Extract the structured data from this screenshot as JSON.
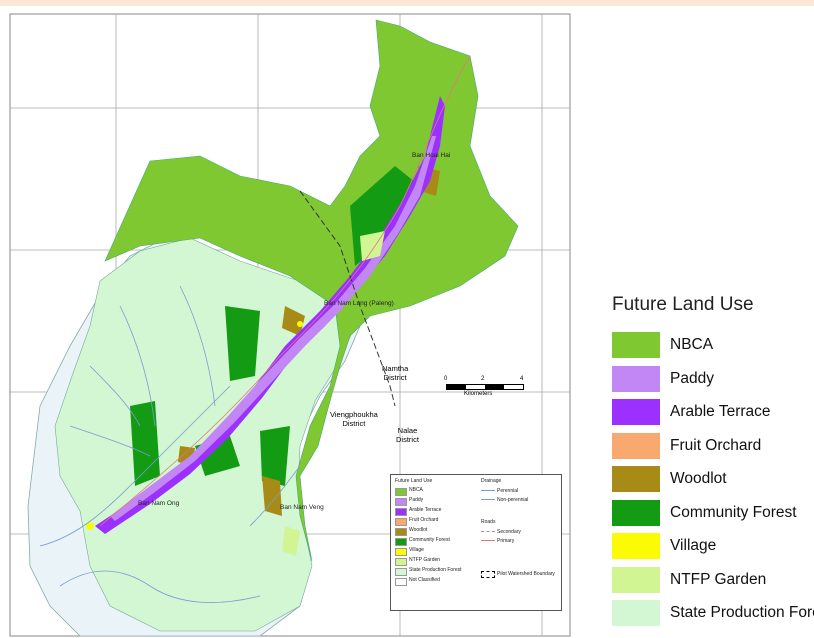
{
  "legend_main": {
    "title": "Future Land Use",
    "items": [
      {
        "label": "NBCA",
        "color": "#7fc832"
      },
      {
        "label": "Paddy",
        "color": "#c387f5"
      },
      {
        "label": "Arable Terrace",
        "color": "#9b30ff"
      },
      {
        "label": "Fruit Orchard",
        "color": "#f9a870"
      },
      {
        "label": "Woodlot",
        "color": "#a88a16"
      },
      {
        "label": "Community Forest",
        "color": "#149b14"
      },
      {
        "label": "Village",
        "color": "#fbfb05"
      },
      {
        "label": "NTFP Garden",
        "color": "#d2f593"
      },
      {
        "label": "State Production Forest",
        "color": "#d3f6d3"
      }
    ]
  },
  "legend_small": {
    "land_use_title": "Future Land Use",
    "items": [
      "NBCA",
      "Paddy",
      "Arable Terrace",
      "Fruit Orchard",
      "Woodlot",
      "Community Forest",
      "Village",
      "NTFP Garden",
      "State Production Forest",
      "Not Classified"
    ],
    "drainage_title": "Drainage",
    "drainage_items": [
      "Perennial",
      "Non-perennial"
    ],
    "roads_title": "Roads",
    "roads_items": [
      "Secondary",
      "Primary"
    ],
    "boundary_label": "Pilot Watershed Boundary"
  },
  "scale": {
    "ticks": [
      "0",
      "2",
      "4"
    ],
    "unit": "Kilometers"
  },
  "districts": {
    "namtha": "Namtha\nDistrict",
    "viengphoukha": "Viengphoukha\nDistrict",
    "nalae": "Nalae\nDistrict"
  },
  "villages": {
    "north": "Ban Hoai Hai",
    "central": "Ban Nam Lung (Paleng)",
    "southwest": "Ban Nam Ong",
    "south": "Ban Nam Veng"
  },
  "colors": {
    "not_classified": "#ffffff",
    "drainage": "#7a9bd6",
    "road": "#e07a7a"
  }
}
